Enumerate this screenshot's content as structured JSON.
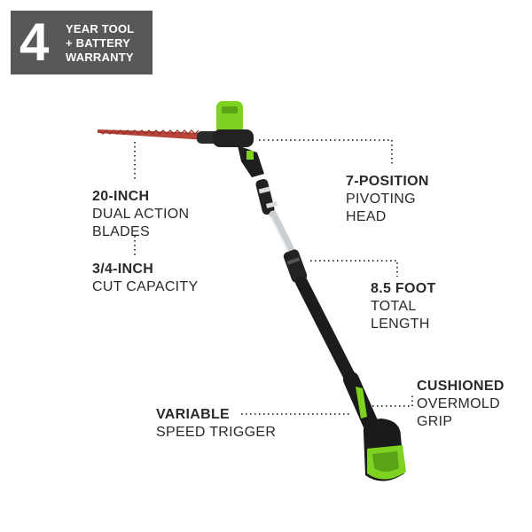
{
  "badge": {
    "number": "4",
    "line1": "YEAR TOOL",
    "line2": "+ BATTERY",
    "line3": "WARRANTY"
  },
  "callouts": {
    "blades": {
      "bold": "20-INCH",
      "lines": [
        "DUAL ACTION",
        "BLADES"
      ]
    },
    "capacity": {
      "bold": "3/4-INCH",
      "lines": [
        "CUT CAPACITY"
      ]
    },
    "head": {
      "bold": "7-POSITION",
      "lines": [
        "PIVOTING",
        "HEAD"
      ]
    },
    "length": {
      "bold": "8.5 FOOT",
      "lines": [
        "TOTAL",
        "LENGTH"
      ]
    },
    "grip": {
      "bold": "CUSHIONED",
      "lines": [
        "OVERMOLD",
        "GRIP"
      ]
    },
    "trigger": {
      "bold": "VARIABLE",
      "lines": [
        "SPEED TRIGGER"
      ]
    }
  },
  "colors": {
    "badge_bg": "#565859",
    "tool_green": "#7ed321",
    "blade_red": "#b8443a",
    "shaft_black": "#1c1c1c",
    "text": "#2a2a2a"
  }
}
